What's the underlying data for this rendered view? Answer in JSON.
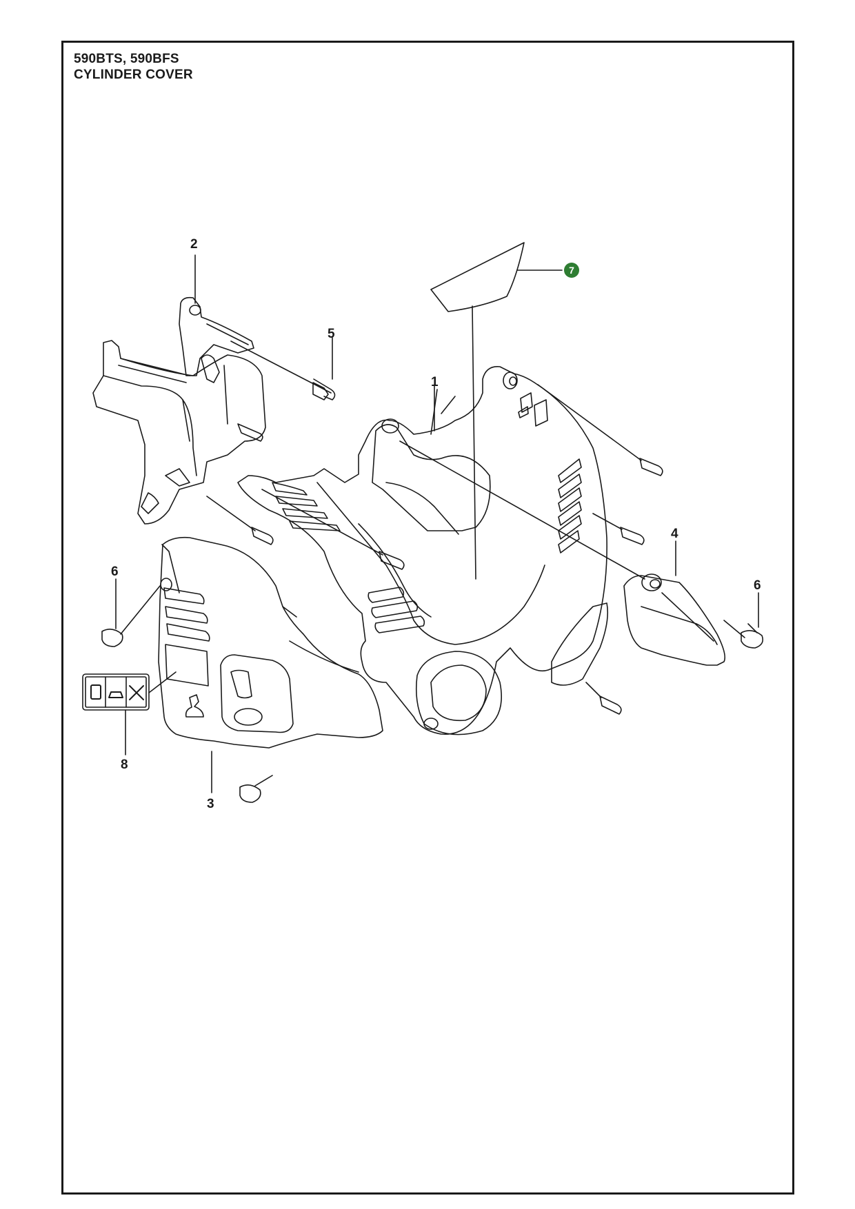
{
  "header": {
    "model": "590BTS, 590BFS",
    "title": "CYLINDER COVER"
  },
  "parts": [
    {
      "id": "1",
      "label": "1"
    },
    {
      "id": "2",
      "label": "2"
    },
    {
      "id": "3",
      "label": "3"
    },
    {
      "id": "4",
      "label": "4"
    },
    {
      "id": "5",
      "label": "5"
    },
    {
      "id": "6a",
      "label": "6"
    },
    {
      "id": "6b",
      "label": "6"
    },
    {
      "id": "7",
      "label": "7",
      "highlight_color": "#2e7d32"
    },
    {
      "id": "8",
      "label": "8"
    }
  ],
  "colors": {
    "line": "#1a1a1a",
    "highlight": "#2e7d32"
  }
}
